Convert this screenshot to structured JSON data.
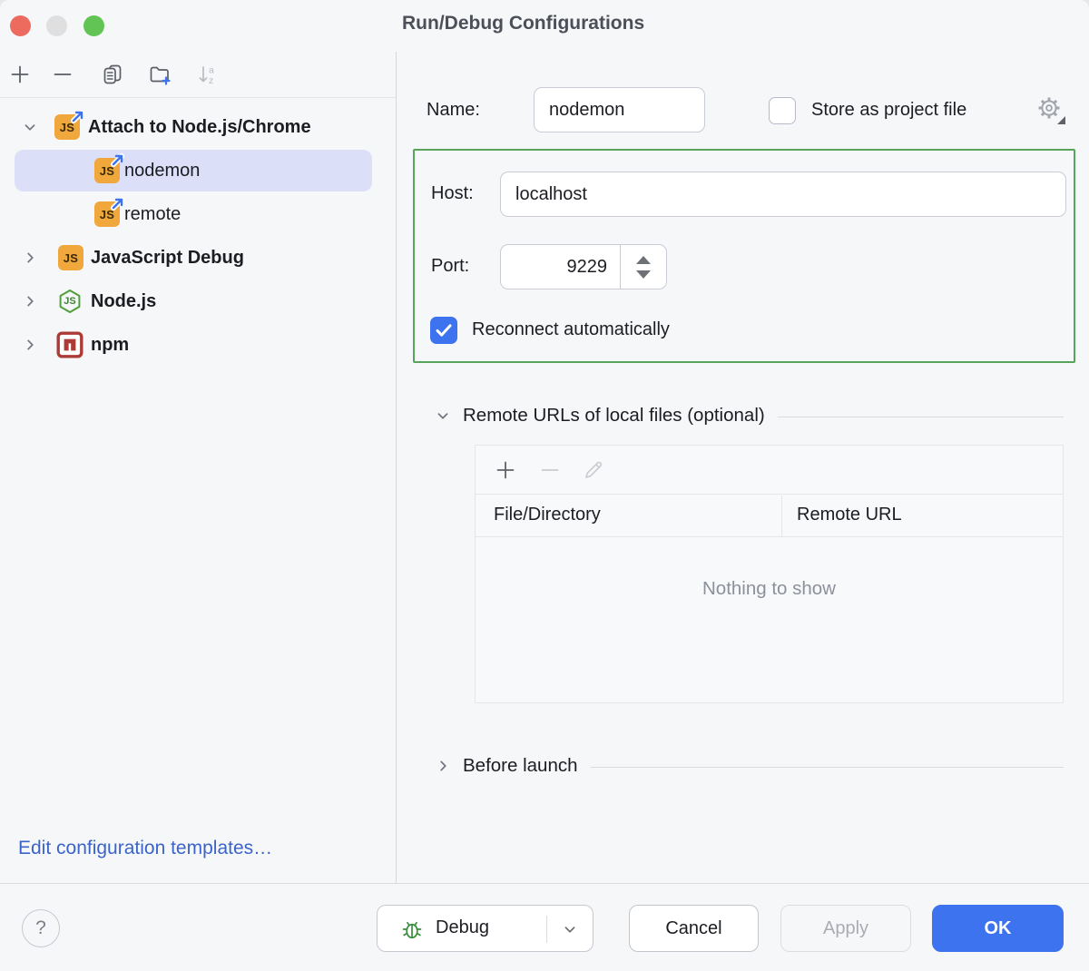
{
  "window": {
    "title": "Run/Debug Configurations",
    "traffic_light_colors": [
      "#EC6A5E",
      "#DFDFDF",
      "#61C454"
    ]
  },
  "sidebar": {
    "toolbar": {
      "icons": [
        "add-icon",
        "remove-icon",
        "copy-icon",
        "new-folder-icon",
        "sort-alphabetically-icon"
      ],
      "sort_a": "a",
      "sort_z": "z"
    },
    "tree": [
      {
        "label": "Attach to Node.js/Chrome",
        "type": "js-attach",
        "expanded": true
      },
      {
        "label": "nodemon",
        "type": "js-attach",
        "selected": true
      },
      {
        "label": "remote",
        "type": "js-attach"
      },
      {
        "label": "JavaScript Debug",
        "type": "js",
        "expanded": false
      },
      {
        "label": "Node.js",
        "type": "node",
        "expanded": false
      },
      {
        "label": "npm",
        "type": "npm",
        "expanded": false
      }
    ],
    "edit_templates_link": "Edit configuration templates…"
  },
  "form": {
    "name_label": "Name:",
    "name_value": "nodemon",
    "store_checkbox_label": "Store as project file",
    "store_checked": false,
    "host_label": "Host:",
    "host_value": "localhost",
    "port_label": "Port:",
    "port_value": "9229",
    "reconnect_checkbox_label": "Reconnect automatically",
    "reconnect_checked": true
  },
  "remote_urls": {
    "section_title": "Remote URLs of local files (optional)",
    "columns": [
      "File/Directory",
      "Remote URL"
    ],
    "empty_text": "Nothing to show"
  },
  "before_launch": {
    "section_title": "Before launch"
  },
  "footer": {
    "help_glyph": "?",
    "debug_label": "Debug",
    "cancel_label": "Cancel",
    "apply_label": "Apply",
    "ok_label": "OK"
  },
  "badges": {
    "js": "JS",
    "node": "JS"
  },
  "colors": {
    "accent_blue": "#3D73EE",
    "link_blue": "#3B64C9",
    "group_highlight_green": "#57A45B",
    "tree_selection": "#DBE0F8",
    "js_icon_orange": "#F0A73C",
    "node_green": "#4F9E3D",
    "npm_red": "#AC3B35",
    "debug_bug_green": "#388E3C",
    "dialog_background": "#F6F7F9"
  }
}
